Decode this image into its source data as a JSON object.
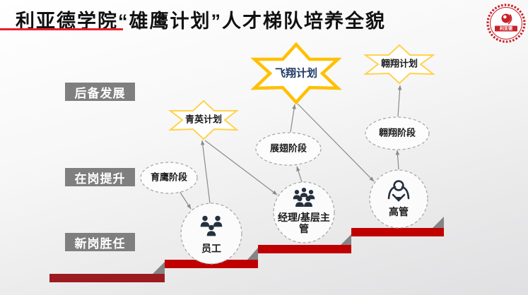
{
  "title": "利亚德学院“雄鹰计划”人才梯队培养全貌",
  "logo": {
    "band_text": "利亚德"
  },
  "stage_labels": [
    {
      "label": "后备发展"
    },
    {
      "label": "在岗提升"
    },
    {
      "label": "新岗胜任"
    }
  ],
  "plans": [
    {
      "label": "青英计划",
      "highlighted": false
    },
    {
      "label": "飞翔计划",
      "highlighted": true
    },
    {
      "label": "翱翔计划",
      "highlighted": false
    }
  ],
  "phases": [
    {
      "label": "育鹰阶段"
    },
    {
      "label": "展翅阶段"
    },
    {
      "label": "翱翔阶段"
    }
  ],
  "roles": [
    {
      "label": "员工",
      "icon": "employees-group-icon"
    },
    {
      "label": "经理/基层主管",
      "icon": "managers-group-icon"
    },
    {
      "label": "高管",
      "icon": "executive-person-icon"
    }
  ],
  "colors": {
    "step_red": "#C00000",
    "step_dark_red": "#9C1B21",
    "star_gold": "#FFC000",
    "star_light_gold": "#FFD24C",
    "label_gray": "#7F7F7F",
    "plan_navy": "#1F3864",
    "accent_red": "#E8202A"
  }
}
